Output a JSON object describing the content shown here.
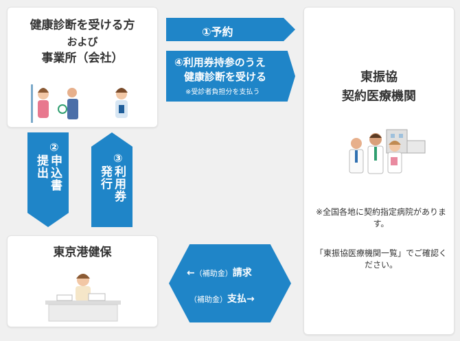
{
  "examinee": {
    "title_line1": "健康診断を受ける方",
    "title_line2": "および",
    "title_line3": "事業所（会社）"
  },
  "clinic": {
    "title_line1": "東振協",
    "title_line2": "契約医療機関",
    "note": "※全国各地に契約指定病院があります。",
    "list_note": "「東振協医療機関一覧」でご確認ください。"
  },
  "kempo": {
    "title": "東京港健保"
  },
  "steps": {
    "reserve": "①予約",
    "visit_line1": "④利用券持参のうえ",
    "visit_line2": "健康診断を受ける",
    "visit_note": "※受診者負担分を支払う",
    "apply_num": "②",
    "apply_col1": "申込",
    "apply_col2": "提出",
    "apply_col1b": "書",
    "issue_num": "③",
    "issue_col1": "利用券",
    "issue_col2": "発行"
  },
  "settlement": {
    "claim_arrow": "←",
    "claim_small": "（補助金）",
    "claim_text": "請求",
    "pay_small": "（補助金）",
    "pay_text": "支払",
    "pay_arrow": "→"
  },
  "colors": {
    "accent": "#1f85c8",
    "background": "#f0f0f0"
  }
}
